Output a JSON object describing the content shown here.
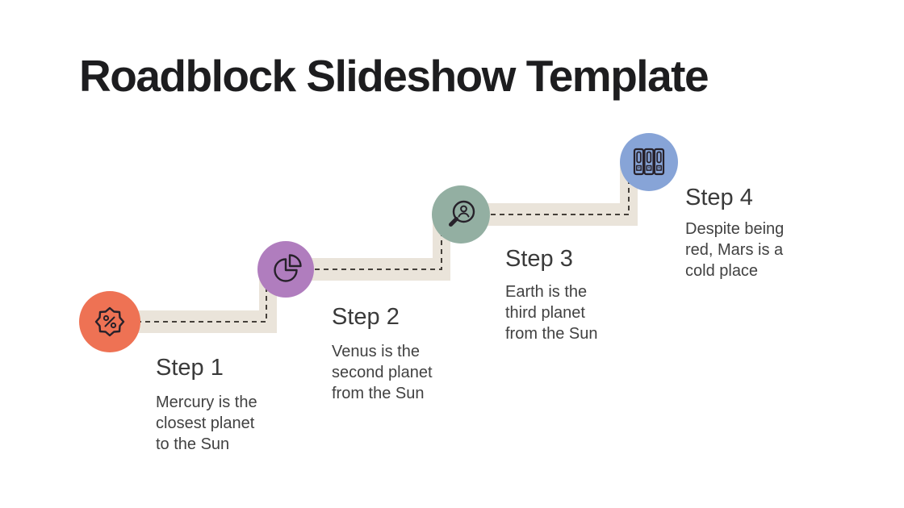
{
  "slide": {
    "title": "Roadblock Slideshow Template"
  },
  "theme": {
    "ink": "#27212A",
    "band": "#EAE4DA",
    "dash": "#45403A",
    "title-color": "#1D1D1F",
    "heading-color": "#3A3A3A",
    "body-color": "#414141",
    "bg": "#FFFFFF"
  },
  "steps": [
    {
      "label": "Step 1",
      "icon": "discount-badge-icon",
      "color": "#EE7254",
      "lines": [
        "Mercury is the",
        "closest planet",
        "to the Sun"
      ]
    },
    {
      "label": "Step 2",
      "icon": "pie-chart-icon",
      "color": "#B07DBE",
      "lines": [
        "Venus is the",
        "second planet",
        "from the Sun"
      ]
    },
    {
      "label": "Step 3",
      "icon": "user-search-icon",
      "color": "#93AFA2",
      "lines": [
        "Earth is the",
        "third planet",
        "from the Sun"
      ]
    },
    {
      "label": "Step 4",
      "icon": "archive-binders-icon",
      "color": "#87A4D7",
      "lines": [
        "Despite being",
        "red, Mars is a",
        "cold place"
      ]
    }
  ]
}
